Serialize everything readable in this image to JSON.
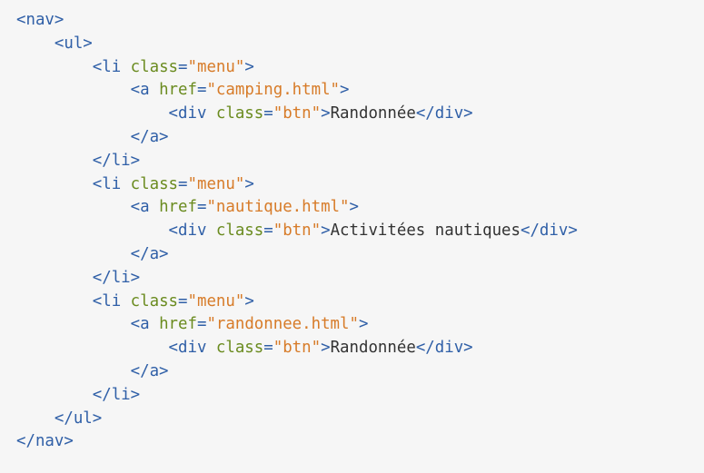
{
  "colors": {
    "background": "#f6f6f6",
    "tag": "#2f5fa7",
    "attribute": "#6a8b1f",
    "string": "#d77b28",
    "text": "#333333"
  },
  "code": {
    "lines": [
      [
        {
          "t": "tag",
          "v": "<nav>"
        }
      ],
      [
        {
          "t": "ws",
          "v": "    "
        },
        {
          "t": "tag",
          "v": "<ul>"
        }
      ],
      [
        {
          "t": "ws",
          "v": "        "
        },
        {
          "t": "tag",
          "v": "<li "
        },
        {
          "t": "attr",
          "v": "class"
        },
        {
          "t": "tag",
          "v": "="
        },
        {
          "t": "str",
          "v": "\"menu\""
        },
        {
          "t": "tag",
          "v": ">"
        }
      ],
      [
        {
          "t": "ws",
          "v": "            "
        },
        {
          "t": "tag",
          "v": "<a "
        },
        {
          "t": "attr",
          "v": "href"
        },
        {
          "t": "tag",
          "v": "="
        },
        {
          "t": "str",
          "v": "\"camping.html\""
        },
        {
          "t": "tag",
          "v": ">"
        }
      ],
      [
        {
          "t": "ws",
          "v": "                "
        },
        {
          "t": "tag",
          "v": "<div "
        },
        {
          "t": "attr",
          "v": "class"
        },
        {
          "t": "tag",
          "v": "="
        },
        {
          "t": "str",
          "v": "\"btn\""
        },
        {
          "t": "tag",
          "v": ">"
        },
        {
          "t": "text",
          "v": "Randonnée"
        },
        {
          "t": "tag",
          "v": "</div>"
        }
      ],
      [
        {
          "t": "ws",
          "v": "            "
        },
        {
          "t": "tag",
          "v": "</a>"
        }
      ],
      [
        {
          "t": "ws",
          "v": "        "
        },
        {
          "t": "tag",
          "v": "</li>"
        }
      ],
      [
        {
          "t": "ws",
          "v": "        "
        },
        {
          "t": "tag",
          "v": "<li "
        },
        {
          "t": "attr",
          "v": "class"
        },
        {
          "t": "tag",
          "v": "="
        },
        {
          "t": "str",
          "v": "\"menu\""
        },
        {
          "t": "tag",
          "v": ">"
        }
      ],
      [
        {
          "t": "ws",
          "v": "            "
        },
        {
          "t": "tag",
          "v": "<a "
        },
        {
          "t": "attr",
          "v": "href"
        },
        {
          "t": "tag",
          "v": "="
        },
        {
          "t": "str",
          "v": "\"nautique.html\""
        },
        {
          "t": "tag",
          "v": ">"
        }
      ],
      [
        {
          "t": "ws",
          "v": "                "
        },
        {
          "t": "tag",
          "v": "<div "
        },
        {
          "t": "attr",
          "v": "class"
        },
        {
          "t": "tag",
          "v": "="
        },
        {
          "t": "str",
          "v": "\"btn\""
        },
        {
          "t": "tag",
          "v": ">"
        },
        {
          "t": "text",
          "v": "Activitées nautiques"
        },
        {
          "t": "tag",
          "v": "</div>"
        }
      ],
      [
        {
          "t": "ws",
          "v": "            "
        },
        {
          "t": "tag",
          "v": "</a>"
        }
      ],
      [
        {
          "t": "ws",
          "v": "        "
        },
        {
          "t": "tag",
          "v": "</li>"
        }
      ],
      [
        {
          "t": "ws",
          "v": "        "
        },
        {
          "t": "tag",
          "v": "<li "
        },
        {
          "t": "attr",
          "v": "class"
        },
        {
          "t": "tag",
          "v": "="
        },
        {
          "t": "str",
          "v": "\"menu\""
        },
        {
          "t": "tag",
          "v": ">"
        }
      ],
      [
        {
          "t": "ws",
          "v": "            "
        },
        {
          "t": "tag",
          "v": "<a "
        },
        {
          "t": "attr",
          "v": "href"
        },
        {
          "t": "tag",
          "v": "="
        },
        {
          "t": "str",
          "v": "\"randonnee.html\""
        },
        {
          "t": "tag",
          "v": ">"
        }
      ],
      [
        {
          "t": "ws",
          "v": "                "
        },
        {
          "t": "tag",
          "v": "<div "
        },
        {
          "t": "attr",
          "v": "class"
        },
        {
          "t": "tag",
          "v": "="
        },
        {
          "t": "str",
          "v": "\"btn\""
        },
        {
          "t": "tag",
          "v": ">"
        },
        {
          "t": "text",
          "v": "Randonnée"
        },
        {
          "t": "tag",
          "v": "</div>"
        }
      ],
      [
        {
          "t": "ws",
          "v": "            "
        },
        {
          "t": "tag",
          "v": "</a>"
        }
      ],
      [
        {
          "t": "ws",
          "v": "        "
        },
        {
          "t": "tag",
          "v": "</li>"
        }
      ],
      [
        {
          "t": "ws",
          "v": "    "
        },
        {
          "t": "tag",
          "v": "</ul>"
        }
      ],
      [
        {
          "t": "tag",
          "v": "</nav>"
        }
      ]
    ]
  }
}
